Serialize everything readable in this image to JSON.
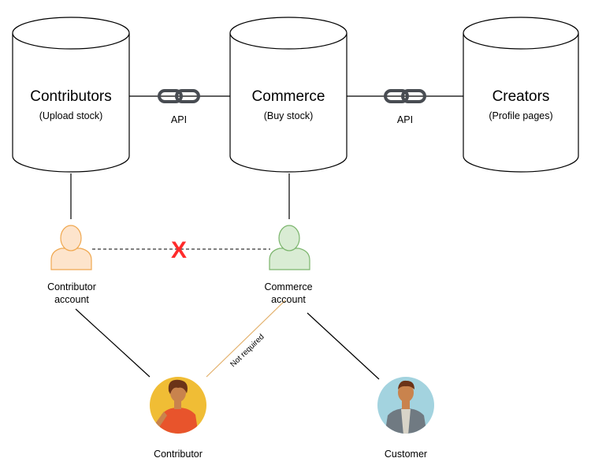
{
  "databases": [
    {
      "title": "Contributors",
      "subtitle": "(Upload stock)"
    },
    {
      "title": "Commerce",
      "subtitle": "(Buy stock)"
    },
    {
      "title": "Creators",
      "subtitle": "(Profile pages)"
    }
  ],
  "links": [
    {
      "label": "API"
    },
    {
      "label": "API"
    }
  ],
  "accounts": [
    {
      "line1": "Contributor",
      "line2": "account",
      "color": "#f9c98b"
    },
    {
      "line1": "Commerce",
      "line2": "account",
      "color": "#86c27a"
    }
  ],
  "blocked_marker": "X",
  "people": [
    {
      "label": "Contributor",
      "bg": "#f0bd35"
    },
    {
      "label": "Customer",
      "bg": "#a3d3df"
    }
  ],
  "not_required_label": "Not required",
  "colors": {
    "blocked": "#ff2b2b",
    "not_required_line": "#e3b06a"
  }
}
